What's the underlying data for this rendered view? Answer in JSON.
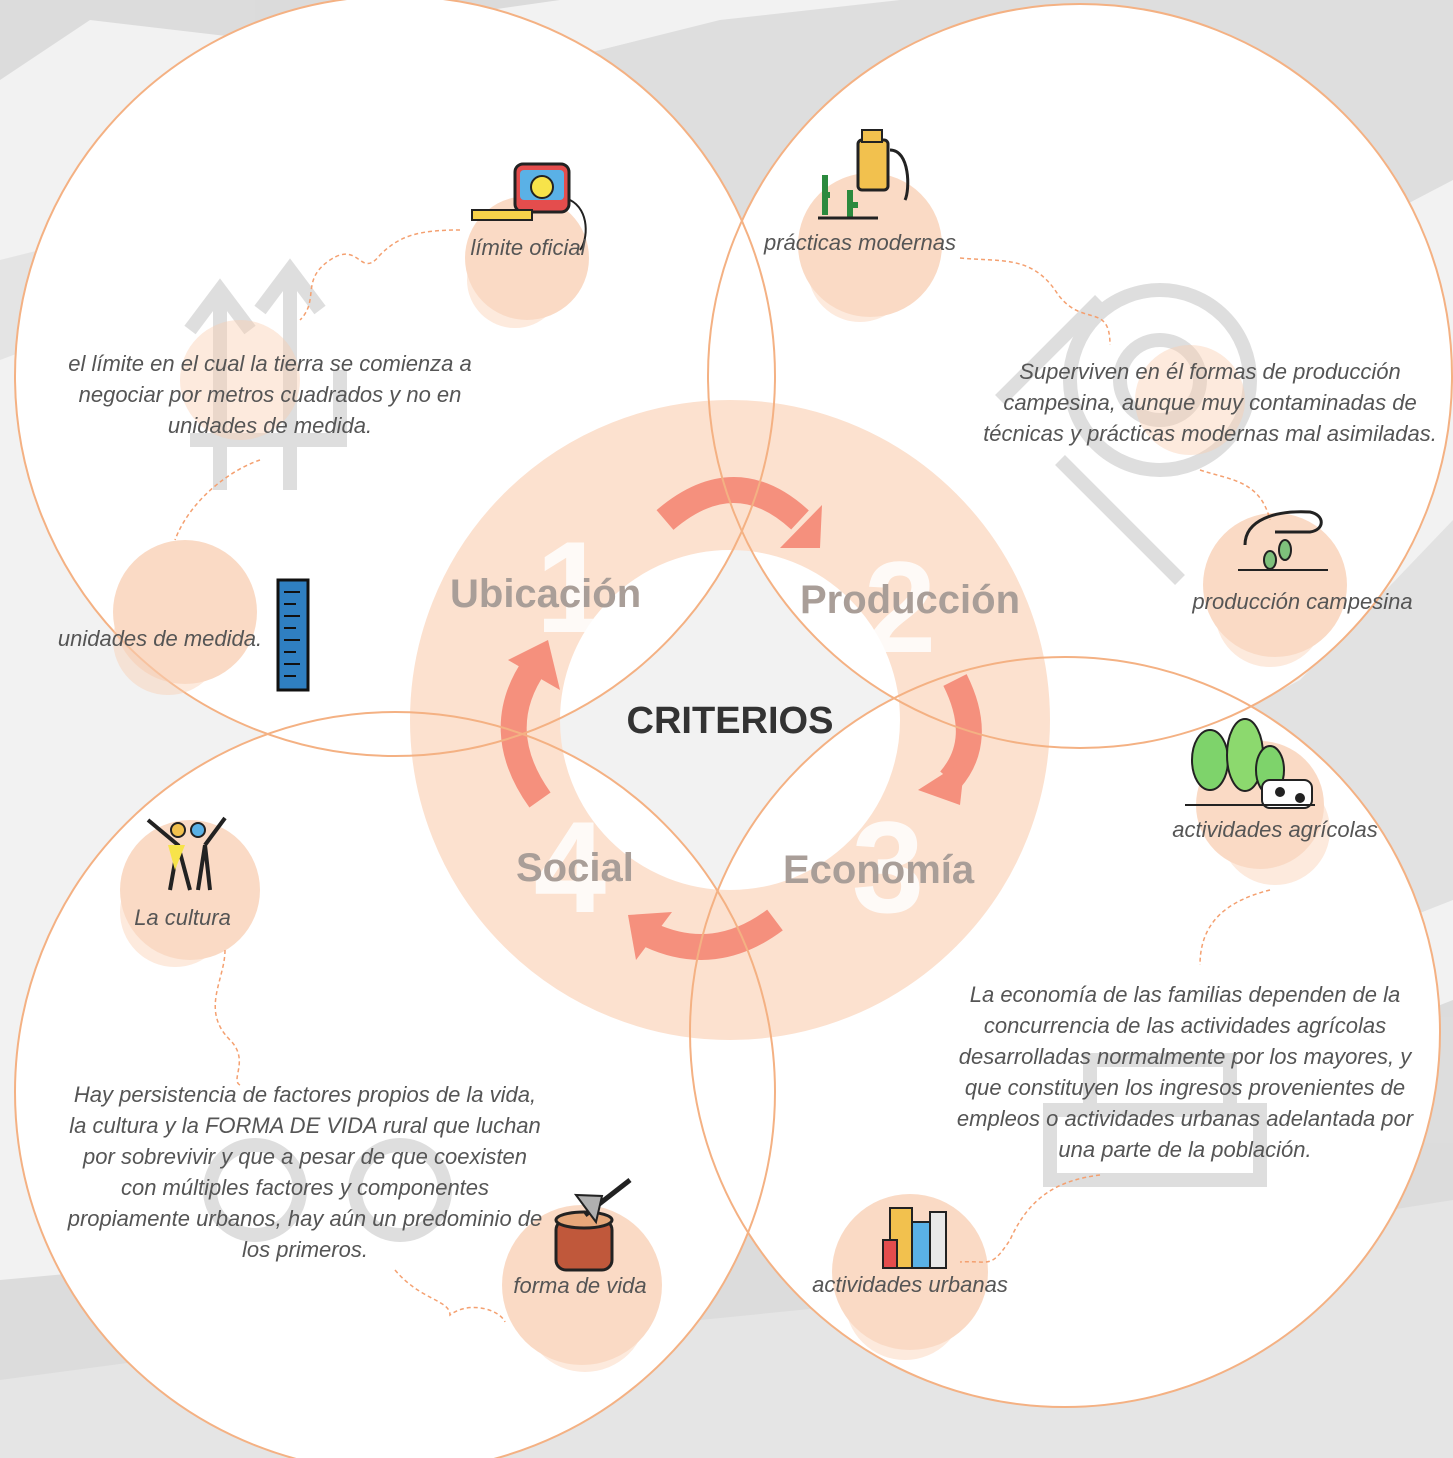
{
  "center": {
    "title": "CRITERIOS"
  },
  "colors": {
    "accent": "#f4b183",
    "ring": "#fce4d6",
    "arrow": "#f4897a",
    "circle_line": "#f4b183",
    "text": "#555555"
  },
  "criteria": [
    {
      "number": "1",
      "label": "Ubicación"
    },
    {
      "number": "2",
      "label": "Producción"
    },
    {
      "number": "3",
      "label": "Economía"
    },
    {
      "number": "4",
      "label": "Social"
    }
  ],
  "ubicacion": {
    "node_a": "límite oficial",
    "description": [
      "el límite en el cual la tierra se comienza a",
      "negociar por metros cuadrados y no en",
      "unidades de medida."
    ],
    "node_b": "unidades de medida."
  },
  "produccion": {
    "node_a": "prácticas modernas",
    "description": [
      "Superviven en él formas de producción",
      "campesina, aunque muy contaminadas de",
      "técnicas y prácticas modernas mal asimiladas."
    ],
    "node_b": "producción campesina"
  },
  "economia": {
    "node_a": "actividades agrícolas",
    "description": [
      "La economía de las familias dependen de la",
      "concurrencia de las actividades agrícolas",
      "desarrolladas normalmente por los mayores, y",
      "que constituyen los ingresos provenientes de",
      "empleos o actividades urbanas adelantada por",
      "una parte de la población."
    ],
    "node_b": "actividades urbanas"
  },
  "social": {
    "node_a": "La cultura",
    "description": [
      "Hay persistencia de factores propios de la vida,",
      "la cultura y la FORMA DE VIDA rural que luchan",
      "por sobrevivir y que a pesar de que coexisten",
      "con múltiples factores y componentes",
      "propiamente urbanos, hay aún un predominio de",
      "los primeros."
    ],
    "node_b": "forma de vida"
  },
  "icons": [
    "tape-measure-icon",
    "ruler-icon",
    "sprayer-plants-icon",
    "hand-seeds-icon",
    "trees-cow-icon",
    "city-buildings-icon",
    "dancing-people-icon",
    "axe-stump-icon"
  ]
}
